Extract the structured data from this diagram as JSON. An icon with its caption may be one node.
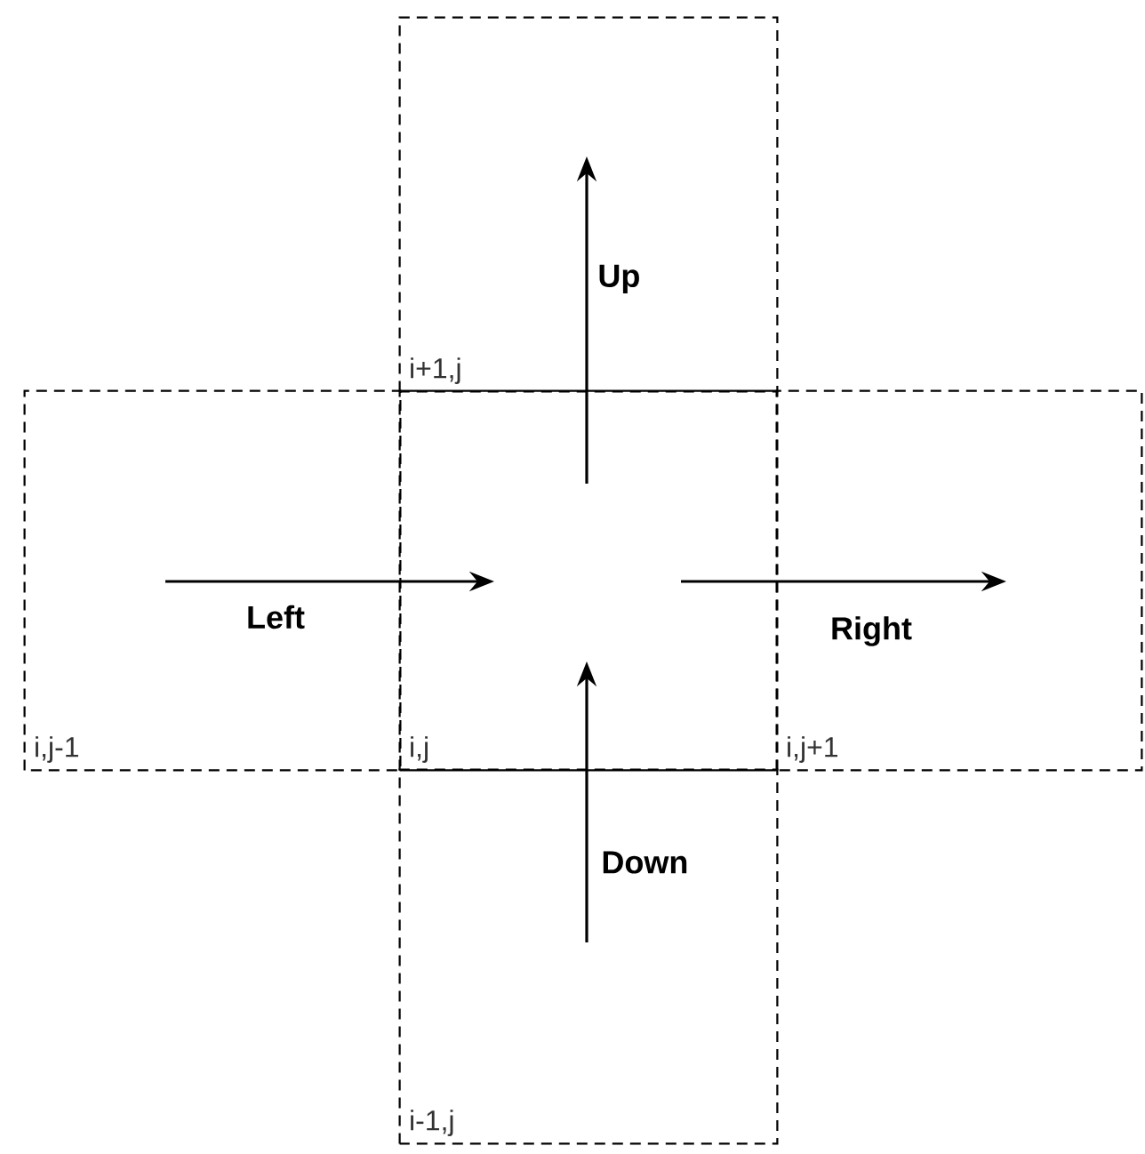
{
  "diagram": {
    "nodes": [
      {
        "text": [
          "i+1,j"
        ]
      },
      {
        "text": [
          "i,j-1"
        ]
      },
      {
        "text": [
          "i,j"
        ]
      },
      {
        "text": [
          "i,j+1"
        ]
      },
      {
        "text": [
          "i-1,j"
        ]
      }
    ],
    "edges": [
      {
        "from": 2,
        "to": 0,
        "arrow": "to",
        "label": "Up"
      },
      {
        "from": 1,
        "to": 2,
        "arrow": "to",
        "label": "Left"
      },
      {
        "from": 2,
        "to": 3,
        "arrow": "to",
        "label": "Right"
      },
      {
        "from": 4,
        "to": 2,
        "arrow": "to",
        "label": "Down"
      }
    ]
  }
}
